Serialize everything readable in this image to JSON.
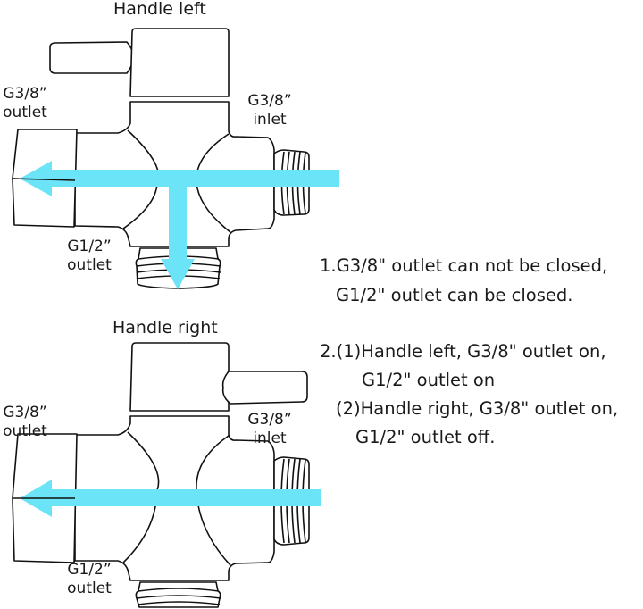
{
  "diagram1": {
    "title": "Handle left",
    "handle_position": "left",
    "labels": {
      "left_outlet": [
        "G3/8”",
        "outlet"
      ],
      "right_inlet": [
        "G3/8”",
        "inlet"
      ],
      "bottom_outlet": [
        "G1/2”",
        "outlet"
      ]
    },
    "flow": [
      "inlet-to-left-outlet",
      "inlet-to-bottom-outlet"
    ]
  },
  "diagram2": {
    "title": "Handle right",
    "handle_position": "right",
    "labels": {
      "left_outlet": [
        "G3/8”",
        "outlet"
      ],
      "right_inlet": [
        "G3/8”",
        "inlet"
      ],
      "bottom_outlet": [
        "G1/2”",
        "outlet"
      ]
    },
    "flow": [
      "inlet-to-left-outlet"
    ]
  },
  "notes": {
    "n1_line1": "1.G3/8\" outlet can not be closed,",
    "n1_line2": "G1/2\" outlet can be closed.",
    "n2_line1": "2.(1)Handle left, G3/8\" outlet on,",
    "n2_line2": "G1/2\" outlet on",
    "n2_line3": "(2)Handle right, G3/8\" outlet on,",
    "n2_line4": "G1/2\" outlet off."
  },
  "colors": {
    "flow_arrow": "#6be4f7",
    "outline": "#111111"
  }
}
